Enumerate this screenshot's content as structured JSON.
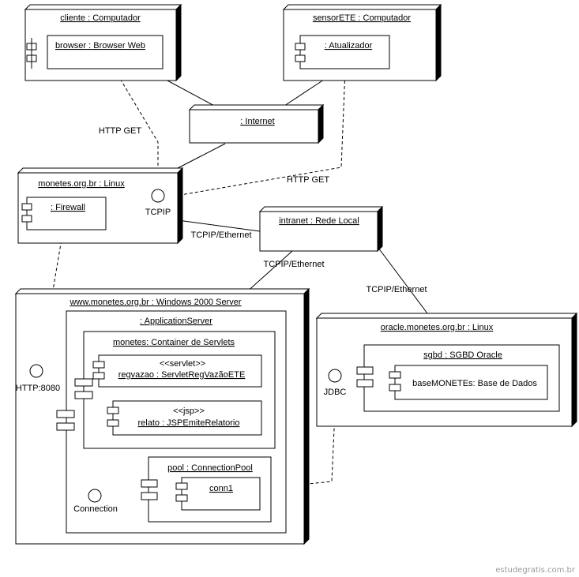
{
  "nodes": {
    "cliente": "cliente : Computador",
    "sensor": "sensorETE : Computador",
    "internet": ": Internet",
    "monetes": "monetes.org.br : Linux",
    "intranet": "intranet : Rede Local",
    "www": "www.monetes.org.br : Windows 2000 Server",
    "oracle": "oracle.monetes.org.br : Linux"
  },
  "components": {
    "browser": "browser : Browser Web",
    "atualizador": ": Atualizador",
    "firewall": ": Firewall",
    "appserver": ": ApplicationServer",
    "container": "monetes: Container de Servlets",
    "servlet_stereotype": "<<servlet>>",
    "servlet": "regvazao : ServletRegVazãoETE",
    "jsp_stereotype": "<<jsp>>",
    "jsp": "relato : JSPEmiteRelatorio",
    "pool": "pool : ConnectionPool",
    "conn": "conn1",
    "sgbd": "sgbd : SGBD Oracle",
    "base": "baseMONETEs: Base de Dados"
  },
  "interfaces": {
    "tcpip": "TCPIP",
    "http8080": "HTTP:8080",
    "connection": "Connection",
    "jdbc": "JDBC"
  },
  "links": {
    "http_get_1": "HTTP GET",
    "http_get_2": "HTTP GET",
    "tcpip_eth_1": "TCPIP/Ethernet",
    "tcpip_eth_2": "TCPIP/Ethernet",
    "tcpip_eth_3": "TCPIP/Ethernet"
  },
  "watermark": "estudegratis.com.br"
}
